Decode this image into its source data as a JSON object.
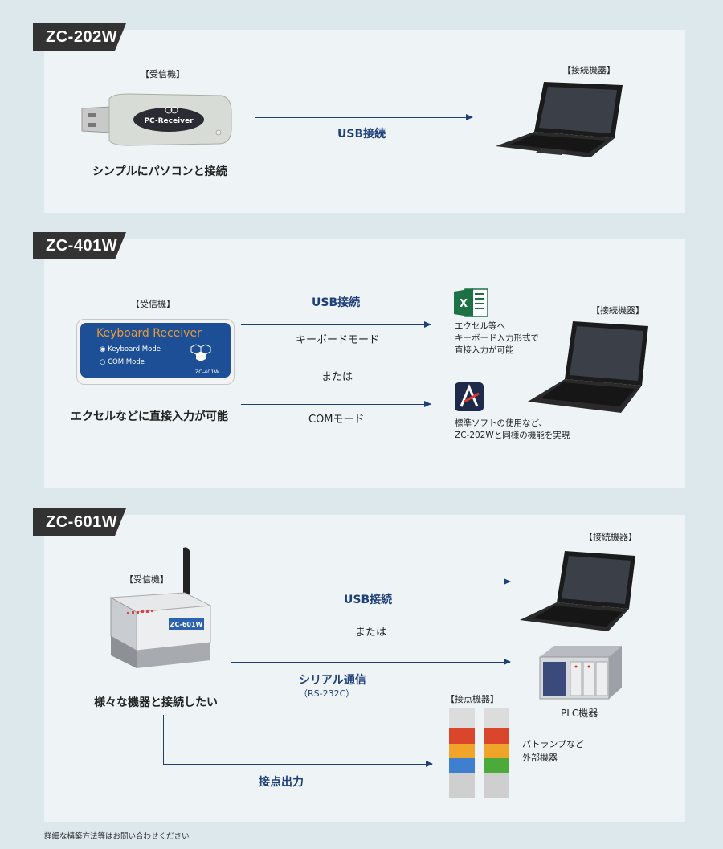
{
  "section1": {
    "tag": "ZC-202W",
    "receiver_label": "【受信機】",
    "device_label": "【接続機器】",
    "usb_text": "USB接続",
    "caption": "シンプルにパソコンと接続",
    "dongle_text": "PC-Receiver"
  },
  "section2": {
    "tag": "ZC-401W",
    "receiver_label": "【受信機】",
    "device_label": "【接続機器】",
    "usb_text": "USB接続",
    "keyboard_mode": "キーボードモード",
    "or_text": "または",
    "com_mode": "COMモード",
    "caption": "エクセルなどに直接入力が可能",
    "note1": [
      "エクセル等へ",
      "キーボード入力形式で",
      "直接入力が可能"
    ],
    "note2": [
      "標準ソフトの使用など、",
      "ZC-202Wと同様の機能を実現"
    ],
    "box_title": "Keyboard Receiver",
    "box_opt1": "Keyboard Mode",
    "box_opt2": "COM Mode",
    "box_model": "ZC-401W"
  },
  "section3": {
    "tag": "ZC-601W",
    "receiver_label": "【受信機】",
    "device_label": "【接続機器】",
    "usb_text": "USB接続",
    "or_text": "または",
    "serial_text": "シリアル通信",
    "serial_sub": "（RS-232C）",
    "contact_out": "接点出力",
    "contact_device_label": "【接点機器】",
    "plc_label": "PLC機器",
    "caption": "様々な機器と接続したい",
    "lamp_note": [
      "パトランプなど",
      "外部機器"
    ],
    "unit_model": "ZC-601W"
  },
  "footer": "詳細な構築方法等はお問い合わせください",
  "colors": {
    "accent": "#1e3f7a",
    "tag_bg": "#333333",
    "panel": "#eef4f6",
    "page": "#dce8ec"
  }
}
